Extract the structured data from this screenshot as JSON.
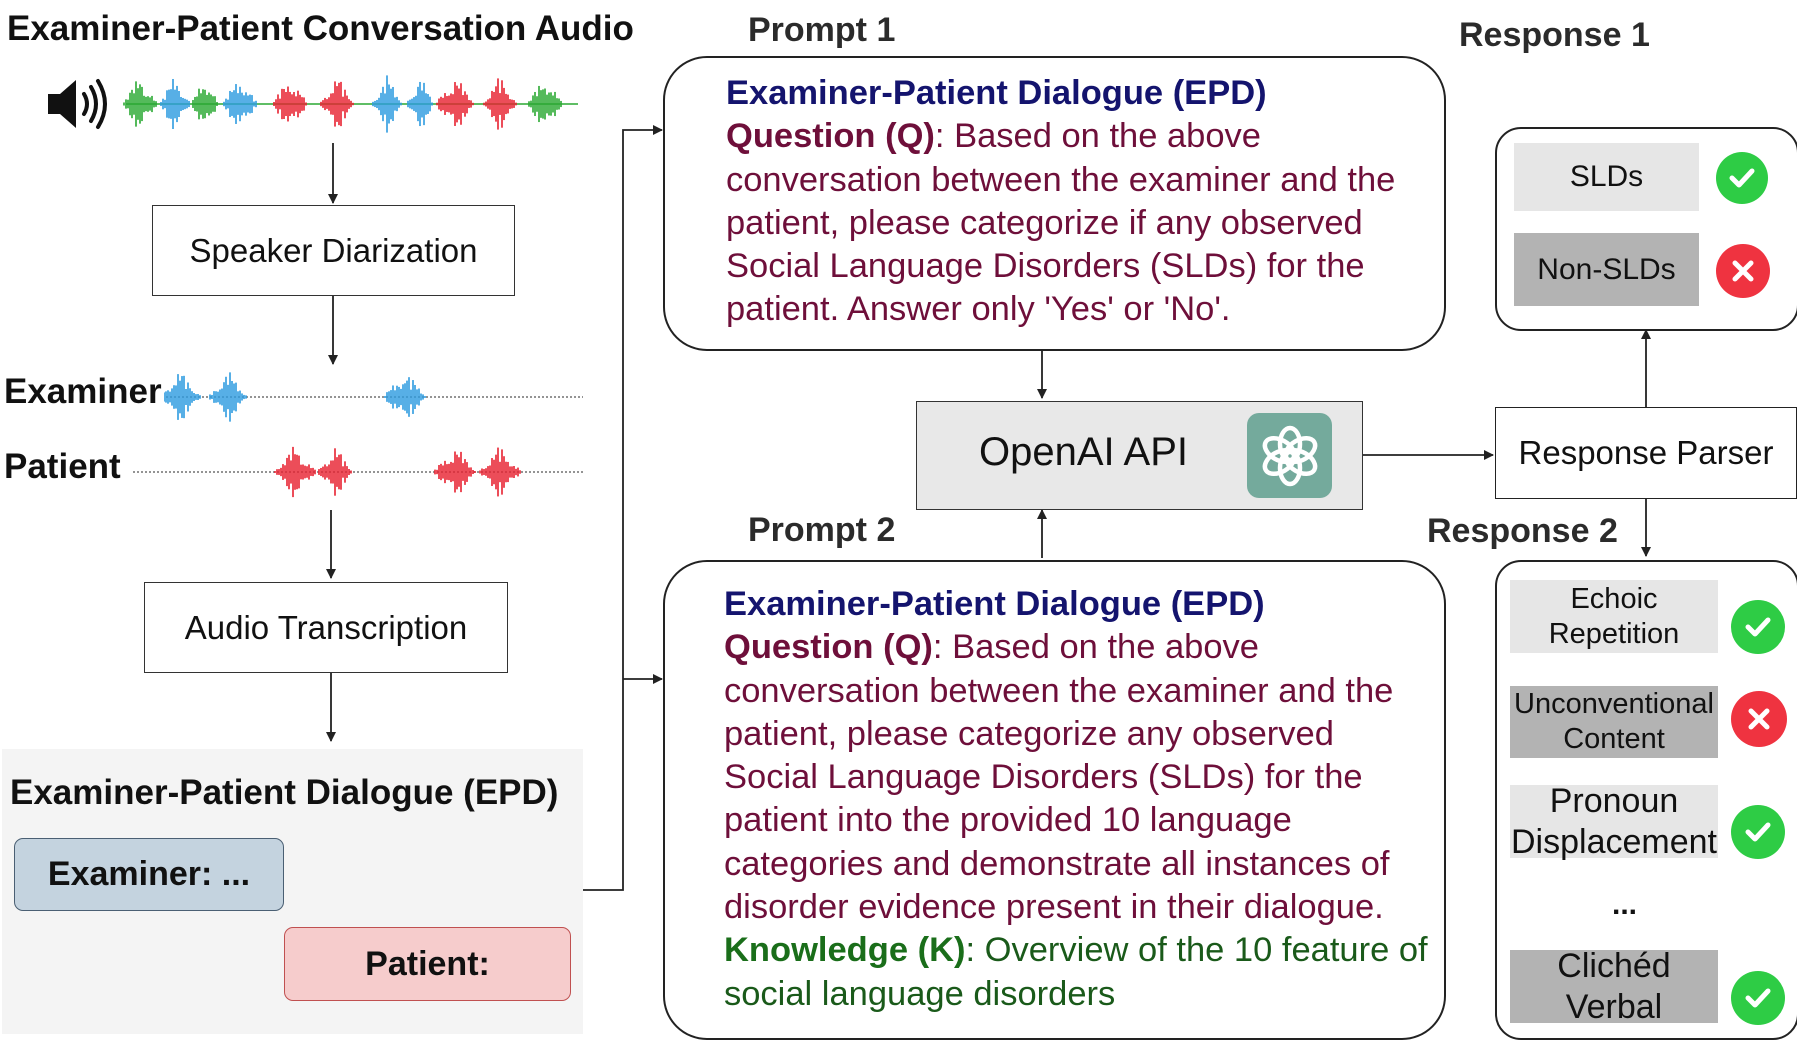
{
  "left": {
    "title": "Examiner-Patient Conversation Audio",
    "speaker_diarization": "Speaker Diarization",
    "examiner_label": "Examiner",
    "patient_label": "Patient",
    "audio_transcription": "Audio Transcription",
    "epd_title": "Examiner-Patient Dialogue (EPD)",
    "examiner_bubble": "Examiner: ...",
    "patient_bubble": "Patient:"
  },
  "prompt1": {
    "heading": "Prompt 1",
    "epd": "Examiner-Patient Dialogue (EPD)",
    "q_label": "Question (Q)",
    "q_text": ": Based on the above conversation between the examiner and the patient, please categorize if any observed Social Language Disorders (SLDs) for the patient. Answer only 'Yes' or 'No'."
  },
  "prompt2": {
    "heading": "Prompt 2",
    "epd": "Examiner-Patient Dialogue (EPD)",
    "q_label": "Question (Q)",
    "q_text": ": Based on the above conversation between the examiner and the patient, please categorize any observed Social Language Disorders (SLDs) for the patient into the provided 10 language categories and demonstrate all instances of disorder evidence present in their dialogue.",
    "k_label": "Knowledge (K)",
    "k_text": ": Overview of the 10 feature of social language disorders"
  },
  "api": {
    "label": "OpenAI API",
    "icon": "openai-logo-icon"
  },
  "parser": {
    "label": "Response Parser"
  },
  "response1": {
    "heading": "Response 1",
    "items": [
      {
        "label": "SLDs",
        "status": "check"
      },
      {
        "label": "Non-SLDs",
        "status": "cross"
      }
    ]
  },
  "response2": {
    "heading": "Response 2",
    "items": [
      {
        "label": "Echoic Repetition",
        "status": "check"
      },
      {
        "label": "Unconventional Content",
        "status": "cross"
      },
      {
        "label": "Pronoun Displacement",
        "status": "check"
      },
      {
        "label": "Clichéd Verbal",
        "status": "check"
      }
    ],
    "ellipsis": "..."
  },
  "colors": {
    "examiner_wave": "#2d9be0",
    "patient_wave": "#e8202f",
    "green_wave": "#2aa832",
    "examiner_bubble": "#c4d3df",
    "patient_bubble": "#f6cccc",
    "epd_panel": "#f4f4f4",
    "api_box": "#e8e8e8",
    "openai_logo_bg": "#74aa9c",
    "epd_title": "#14146e",
    "question": "#6e0f3a",
    "knowledge": "#1a6e1a",
    "check": "#2ecc45",
    "cross": "#ef3340"
  }
}
